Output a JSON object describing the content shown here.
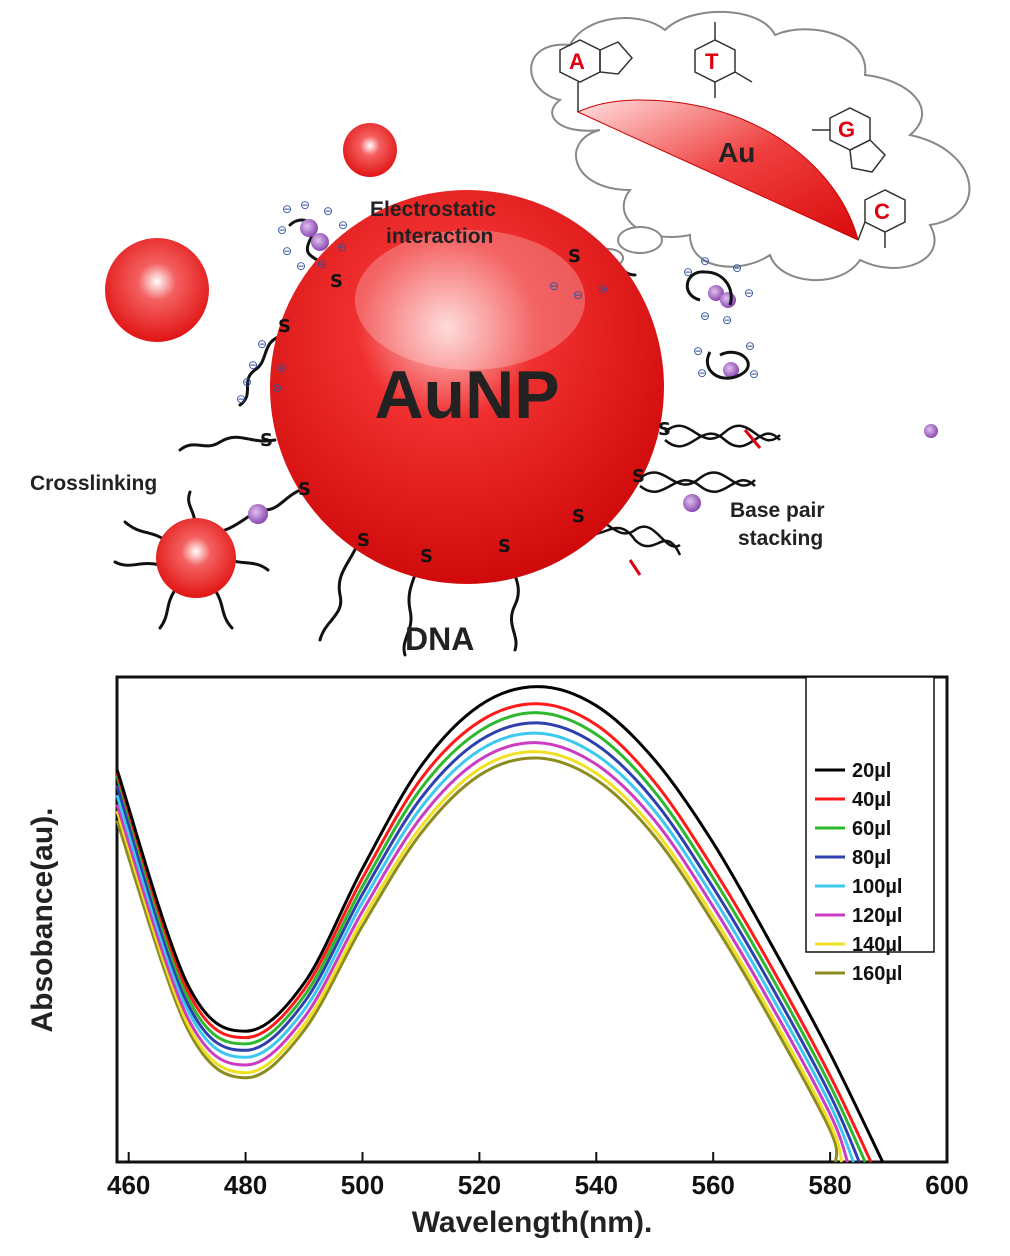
{
  "diagram": {
    "center_label": "AuNP",
    "bubble_label": "Au",
    "bases": [
      "A",
      "T",
      "G",
      "C"
    ],
    "electrostatic_line1": "Electrostatic",
    "electrostatic_line2": "interaction",
    "crosslinking": "Crosslinking",
    "base_pair_line1": "Base pair",
    "base_pair_line2": "stacking",
    "bottom_label": "DNA",
    "thiol": "S",
    "charge": "⊖"
  },
  "chart_data": {
    "type": "line",
    "xlabel": "Wavelength(nm).",
    "ylabel": "Absobance(au).",
    "xlim": [
      458,
      600
    ],
    "ylim": [
      0.24,
      1.0
    ],
    "xticks": [
      460,
      480,
      500,
      520,
      540,
      560,
      580,
      600
    ],
    "legend_position": "top-right",
    "colors": [
      "#000000",
      "#ff1a1a",
      "#2db82d",
      "#2e3fb0",
      "#3cc8f0",
      "#cc3cc0",
      "#f0e020",
      "#8c8c20"
    ],
    "series": [
      {
        "name": "20µl",
        "points": [
          [
            458,
            0.855
          ],
          [
            470,
            0.52
          ],
          [
            480,
            0.445
          ],
          [
            490,
            0.52
          ],
          [
            500,
            0.7
          ],
          [
            510,
            0.86
          ],
          [
            520,
            0.955
          ],
          [
            530,
            0.985
          ],
          [
            540,
            0.955
          ],
          [
            550,
            0.87
          ],
          [
            560,
            0.74
          ],
          [
            570,
            0.58
          ],
          [
            580,
            0.41
          ],
          [
            589,
            0.24
          ]
        ]
      },
      {
        "name": "40µl",
        "points": [
          [
            458,
            0.85
          ],
          [
            470,
            0.51
          ],
          [
            480,
            0.435
          ],
          [
            490,
            0.51
          ],
          [
            500,
            0.685
          ],
          [
            510,
            0.84
          ],
          [
            520,
            0.93
          ],
          [
            530,
            0.958
          ],
          [
            540,
            0.925
          ],
          [
            550,
            0.835
          ],
          [
            560,
            0.7
          ],
          [
            570,
            0.545
          ],
          [
            580,
            0.375
          ],
          [
            587,
            0.24
          ]
        ]
      },
      {
        "name": "60µl",
        "points": [
          [
            458,
            0.845
          ],
          [
            470,
            0.5
          ],
          [
            480,
            0.425
          ],
          [
            490,
            0.5
          ],
          [
            500,
            0.672
          ],
          [
            510,
            0.825
          ],
          [
            520,
            0.915
          ],
          [
            530,
            0.944
          ],
          [
            540,
            0.91
          ],
          [
            550,
            0.82
          ],
          [
            560,
            0.685
          ],
          [
            570,
            0.53
          ],
          [
            580,
            0.36
          ],
          [
            586,
            0.24
          ]
        ]
      },
      {
        "name": "80µl",
        "points": [
          [
            458,
            0.83
          ],
          [
            470,
            0.49
          ],
          [
            480,
            0.415
          ],
          [
            490,
            0.49
          ],
          [
            500,
            0.66
          ],
          [
            510,
            0.81
          ],
          [
            520,
            0.9
          ],
          [
            530,
            0.928
          ],
          [
            540,
            0.894
          ],
          [
            550,
            0.805
          ],
          [
            560,
            0.67
          ],
          [
            570,
            0.515
          ],
          [
            580,
            0.345
          ],
          [
            585,
            0.24
          ]
        ]
      },
      {
        "name": "100µl",
        "points": [
          [
            458,
            0.815
          ],
          [
            470,
            0.48
          ],
          [
            480,
            0.404
          ],
          [
            490,
            0.478
          ],
          [
            500,
            0.647
          ],
          [
            510,
            0.795
          ],
          [
            520,
            0.885
          ],
          [
            530,
            0.912
          ],
          [
            540,
            0.878
          ],
          [
            550,
            0.79
          ],
          [
            560,
            0.655
          ],
          [
            570,
            0.5
          ],
          [
            580,
            0.33
          ],
          [
            584,
            0.24
          ]
        ]
      },
      {
        "name": "120µl",
        "points": [
          [
            458,
            0.8
          ],
          [
            470,
            0.468
          ],
          [
            480,
            0.392
          ],
          [
            490,
            0.466
          ],
          [
            500,
            0.633
          ],
          [
            510,
            0.78
          ],
          [
            520,
            0.87
          ],
          [
            530,
            0.897
          ],
          [
            540,
            0.863
          ],
          [
            550,
            0.775
          ],
          [
            560,
            0.64
          ],
          [
            570,
            0.485
          ],
          [
            580,
            0.315
          ],
          [
            583,
            0.24
          ]
        ]
      },
      {
        "name": "140µl",
        "points": [
          [
            458,
            0.79
          ],
          [
            470,
            0.458
          ],
          [
            480,
            0.38
          ],
          [
            490,
            0.455
          ],
          [
            500,
            0.62
          ],
          [
            510,
            0.765
          ],
          [
            520,
            0.856
          ],
          [
            530,
            0.883
          ],
          [
            540,
            0.849
          ],
          [
            550,
            0.76
          ],
          [
            560,
            0.625
          ],
          [
            570,
            0.47
          ],
          [
            580,
            0.3
          ],
          [
            582,
            0.24
          ]
        ]
      },
      {
        "name": "160µl",
        "points": [
          [
            458,
            0.775
          ],
          [
            470,
            0.45
          ],
          [
            480,
            0.372
          ],
          [
            490,
            0.446
          ],
          [
            500,
            0.61
          ],
          [
            510,
            0.755
          ],
          [
            520,
            0.846
          ],
          [
            530,
            0.873
          ],
          [
            540,
            0.839
          ],
          [
            550,
            0.75
          ],
          [
            560,
            0.615
          ],
          [
            570,
            0.46
          ],
          [
            580,
            0.29
          ],
          [
            581,
            0.24
          ]
        ]
      }
    ]
  }
}
